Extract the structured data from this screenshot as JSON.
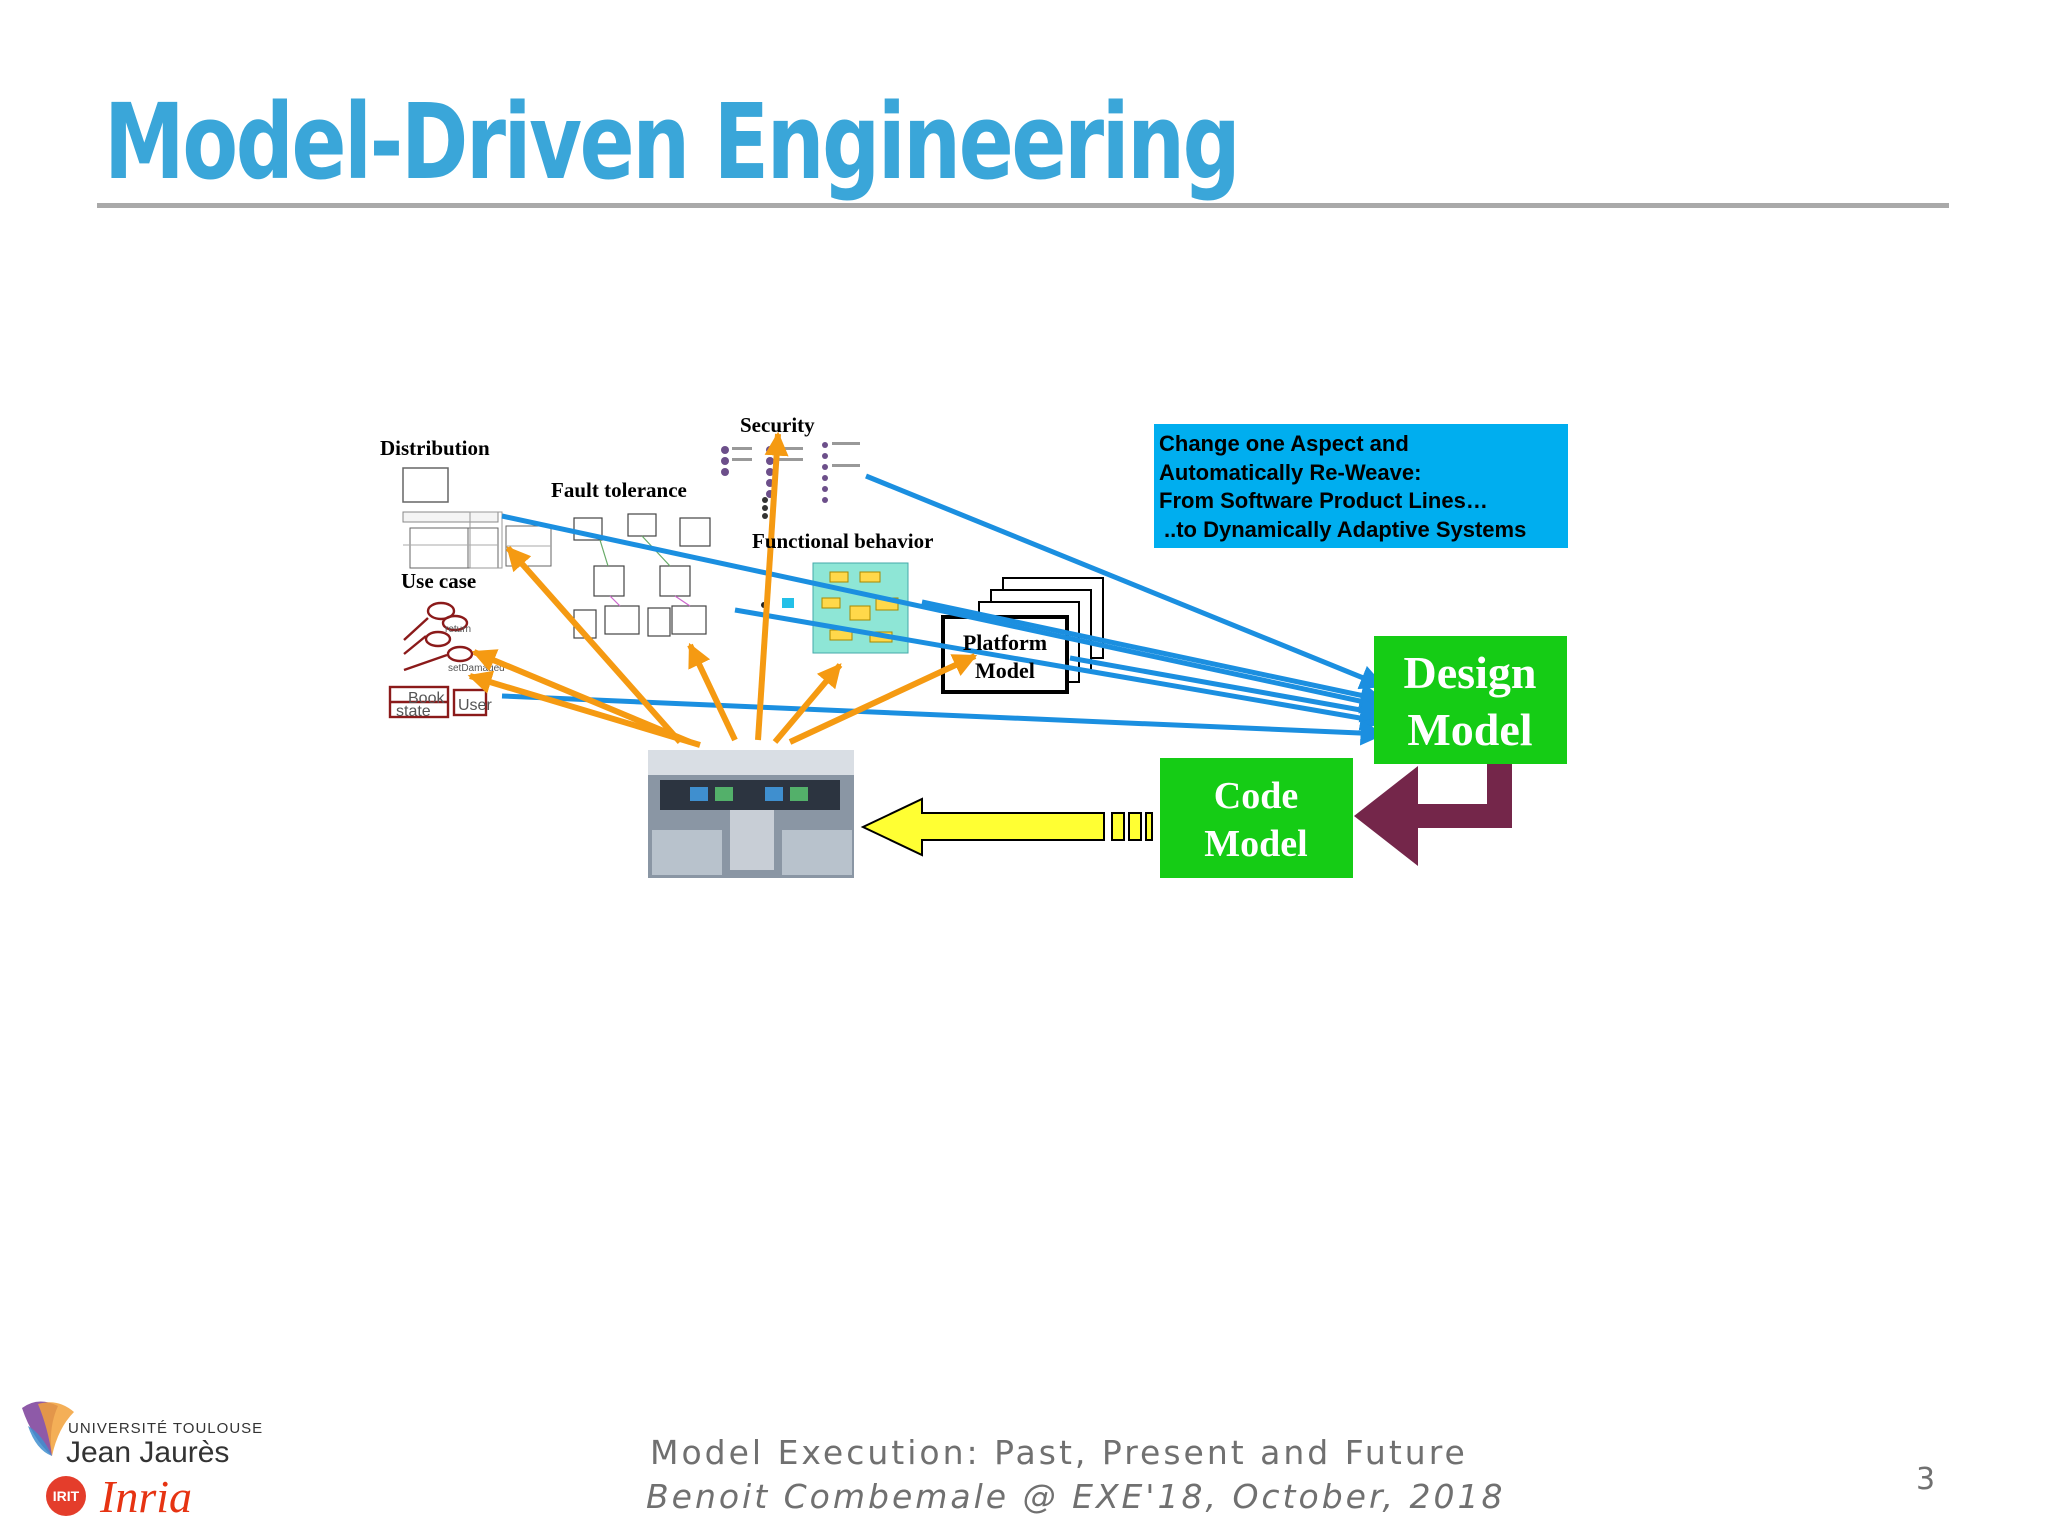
{
  "slide": {
    "title": "Model-Driven Engineering",
    "page_number": "3"
  },
  "footer": {
    "line1": "Model Execution: Past, Present and Future",
    "line2": "Benoit Combemale @ EXE'18, October, 2018"
  },
  "logos": {
    "university_small": "UNIVERSITÉ TOULOUSE",
    "university_large": "Jean Jaurès",
    "irit": "IRIT",
    "inria": "Inria"
  },
  "diagram": {
    "labels": {
      "distribution": "Distribution",
      "security": "Security",
      "fault_tolerance": "Fault tolerance",
      "functional_behavior": "Functional behavior",
      "use_case": "Use case",
      "platform_model_1": "Platform",
      "platform_model_2": "Model",
      "design_model_1": "Design",
      "design_model_2": "Model",
      "code_model_1": "Code",
      "code_model_2": "Model"
    },
    "callout": {
      "line1": "Change one Aspect and",
      "line2": "Automatically Re-Weave:",
      "line3": "From Software Product Lines…",
      "line4": "..to Dynamically Adaptive Systems"
    },
    "use_case_fragments": [
      "return",
      "setDamaged",
      "Book",
      "User",
      "state"
    ],
    "colors": {
      "title_blue": "#3aa6d9",
      "arrow_blue": "#1b8fe0",
      "arrow_orange": "#f59a12",
      "arrow_yellow": "#ffff33",
      "arrow_maroon": "#74264a",
      "box_green": "#15cc15",
      "callout_blue": "#00aeef"
    }
  }
}
